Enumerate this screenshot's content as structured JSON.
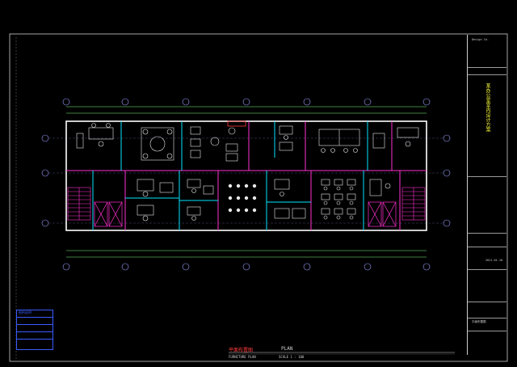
{
  "drawing": {
    "plan_title": "PLAN",
    "scale_text": "SCALE 1 : 100",
    "caption_left": "平面布置图",
    "caption_left_en": "FURNITURE PLAN",
    "titleblock": {
      "company": "Design Co.",
      "project_vertical": "某办公室室内设计方案",
      "sheet_name": "平面布置图",
      "date_text": "2011.01.10"
    },
    "legend": {
      "title": "图例说明",
      "rows": [
        "",
        "",
        "",
        ""
      ]
    }
  },
  "colors": {
    "background": "#000000",
    "wall": "#ffffff",
    "partition_cyan": "#00e5ff",
    "partition_magenta": "#ff2fd0",
    "furniture": "#e8e8e8",
    "dimension": "#7fff7f",
    "grid_axis": "#9aa0ff",
    "title_yellow": "#ffff3a",
    "legend_blue": "#3b5bff"
  }
}
